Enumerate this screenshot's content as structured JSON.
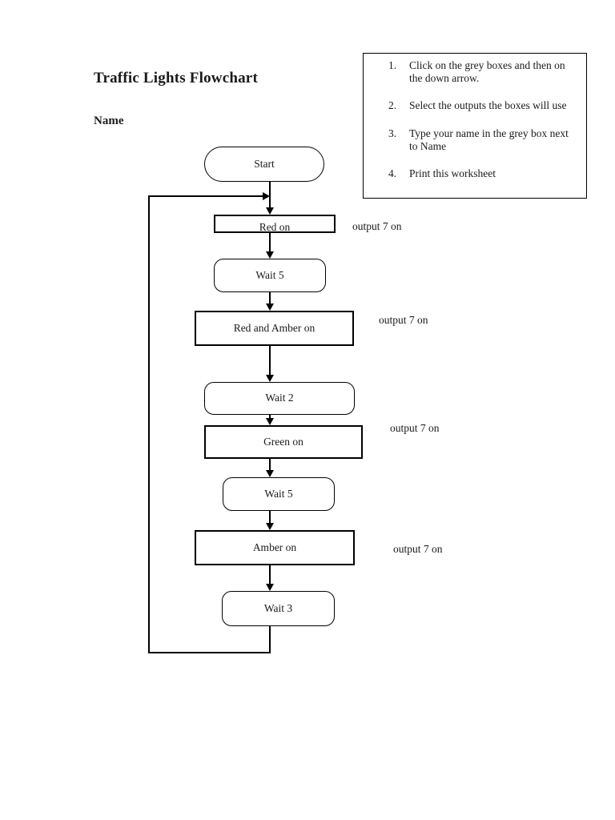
{
  "header": {
    "title": "Traffic Lights Flowchart",
    "name_label": "Name"
  },
  "instructions": {
    "items": [
      {
        "num": "1.",
        "text": "Click on the grey boxes and then on the down arrow."
      },
      {
        "num": "2.",
        "text": "Select the outputs the boxes will use"
      },
      {
        "num": "3.",
        "text": "Type your name in the grey box next to Name"
      },
      {
        "num": "4.",
        "text": "Print this worksheet"
      }
    ]
  },
  "flowchart": {
    "nodes": [
      {
        "id": "start",
        "label": "Start",
        "shape": "terminator"
      },
      {
        "id": "red-on",
        "label": "Red on",
        "shape": "process",
        "output_label": "output 7 on"
      },
      {
        "id": "wait-5a",
        "label": "Wait 5",
        "shape": "delay"
      },
      {
        "id": "red-and-amber-on",
        "label": "Red and Amber on",
        "shape": "process",
        "output_label": "output 7 on"
      },
      {
        "id": "wait-2",
        "label": "Wait 2",
        "shape": "delay"
      },
      {
        "id": "green-on",
        "label": "Green on",
        "shape": "process",
        "output_label": "output 7 on"
      },
      {
        "id": "wait-5b",
        "label": "Wait 5",
        "shape": "delay"
      },
      {
        "id": "amber-on",
        "label": "Amber on",
        "shape": "process",
        "output_label": "output 7 on"
      },
      {
        "id": "wait-3",
        "label": "Wait 3",
        "shape": "delay"
      }
    ],
    "edges": [
      "start -> red-on",
      "red-on -> wait-5a",
      "wait-5a -> red-and-amber-on",
      "red-and-amber-on -> wait-2",
      "wait-2 -> green-on",
      "green-on -> wait-5b",
      "wait-5b -> amber-on",
      "amber-on -> wait-3",
      "wait-3 -> red-on (loop back)"
    ]
  },
  "colors": {
    "line": "#000000",
    "text": "#1a1a1a",
    "page_background": "#ffffff"
  }
}
